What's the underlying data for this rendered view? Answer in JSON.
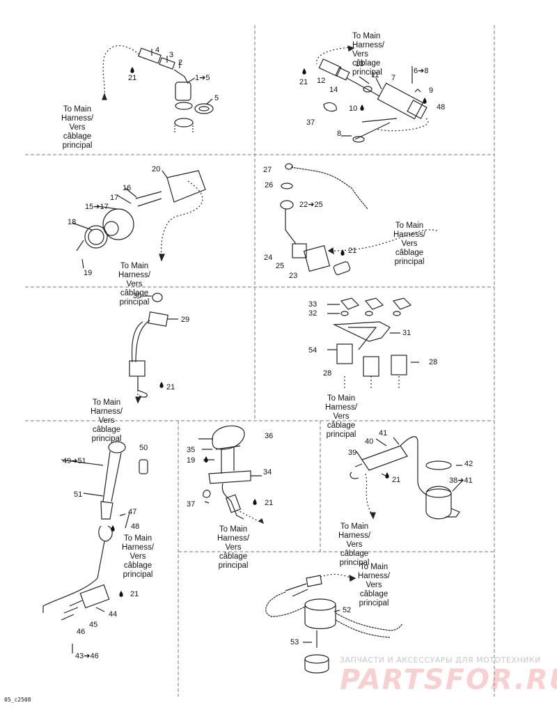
{
  "harness_text": "To Main Harness/\nVers câblage principal",
  "harness_text_stacked": "To Main\nHarness/\nVers câblage\nprincipal",
  "panel1": {
    "labels": [
      "4",
      "3",
      "2",
      "1➔5",
      "21",
      "5"
    ]
  },
  "panel2": {
    "labels": [
      "13",
      "11",
      "7",
      "6➔8",
      "21",
      "12",
      "14",
      "9",
      "10",
      "48",
      "37",
      "8"
    ]
  },
  "panel3": {
    "labels": [
      "20",
      "16",
      "17",
      "15➔17",
      "18",
      "19"
    ]
  },
  "panel4": {
    "labels": [
      "27",
      "26",
      "22➔25",
      "21",
      "24",
      "25",
      "23"
    ]
  },
  "panel5": {
    "labels": [
      "30",
      "29",
      "21"
    ]
  },
  "panel6": {
    "labels": [
      "33",
      "32",
      "31",
      "54",
      "28",
      "28"
    ]
  },
  "panel7": {
    "labels": [
      "50",
      "49➔51",
      "51",
      "47",
      "48",
      "21",
      "44",
      "45",
      "46",
      "43➔46"
    ]
  },
  "panel8": {
    "labels": [
      "36",
      "35",
      "19",
      "34",
      "37",
      "21"
    ]
  },
  "panel9": {
    "labels": [
      "41",
      "40",
      "39",
      "21",
      "42",
      "38➔41"
    ]
  },
  "panel10": {
    "labels": [
      "52",
      "53"
    ]
  },
  "watermark": {
    "line1": "ЗАПЧАСТИ И АКСЕССУАРЫ ДЛЯ МОТОТЕХНИКИ",
    "line2": "PARTSFOR.RU"
  },
  "figure_code": "05_c2508"
}
